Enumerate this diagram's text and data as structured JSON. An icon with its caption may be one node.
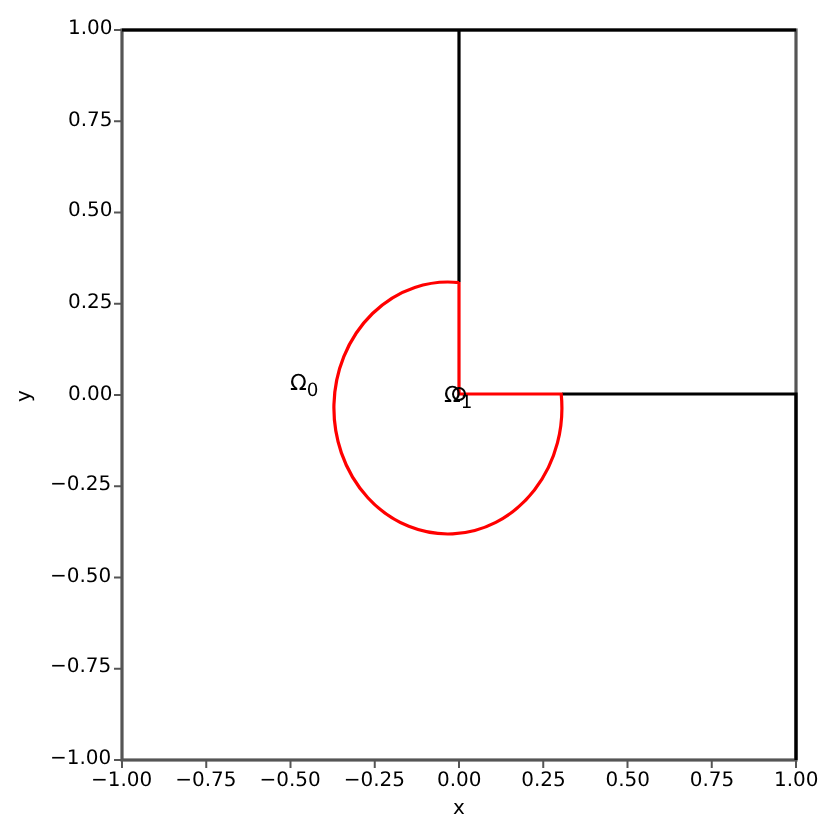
{
  "diagram": {
    "labels": [
      "1.00",
      "0.75",
      "0.50",
      "0.25",
      "y",
      "0.00",
      "−0.25",
      "−0.50",
      "−0.75",
      "−1.00",
      "Ω$_{0}$",
      "Ω$_{1}$",
      "−1.00",
      "−0.75",
      "−0.50",
      "−0.25",
      "0.00",
      "0.25",
      "0.50",
      "0.75",
      "1.00",
      "x"
    ]
  }
}
